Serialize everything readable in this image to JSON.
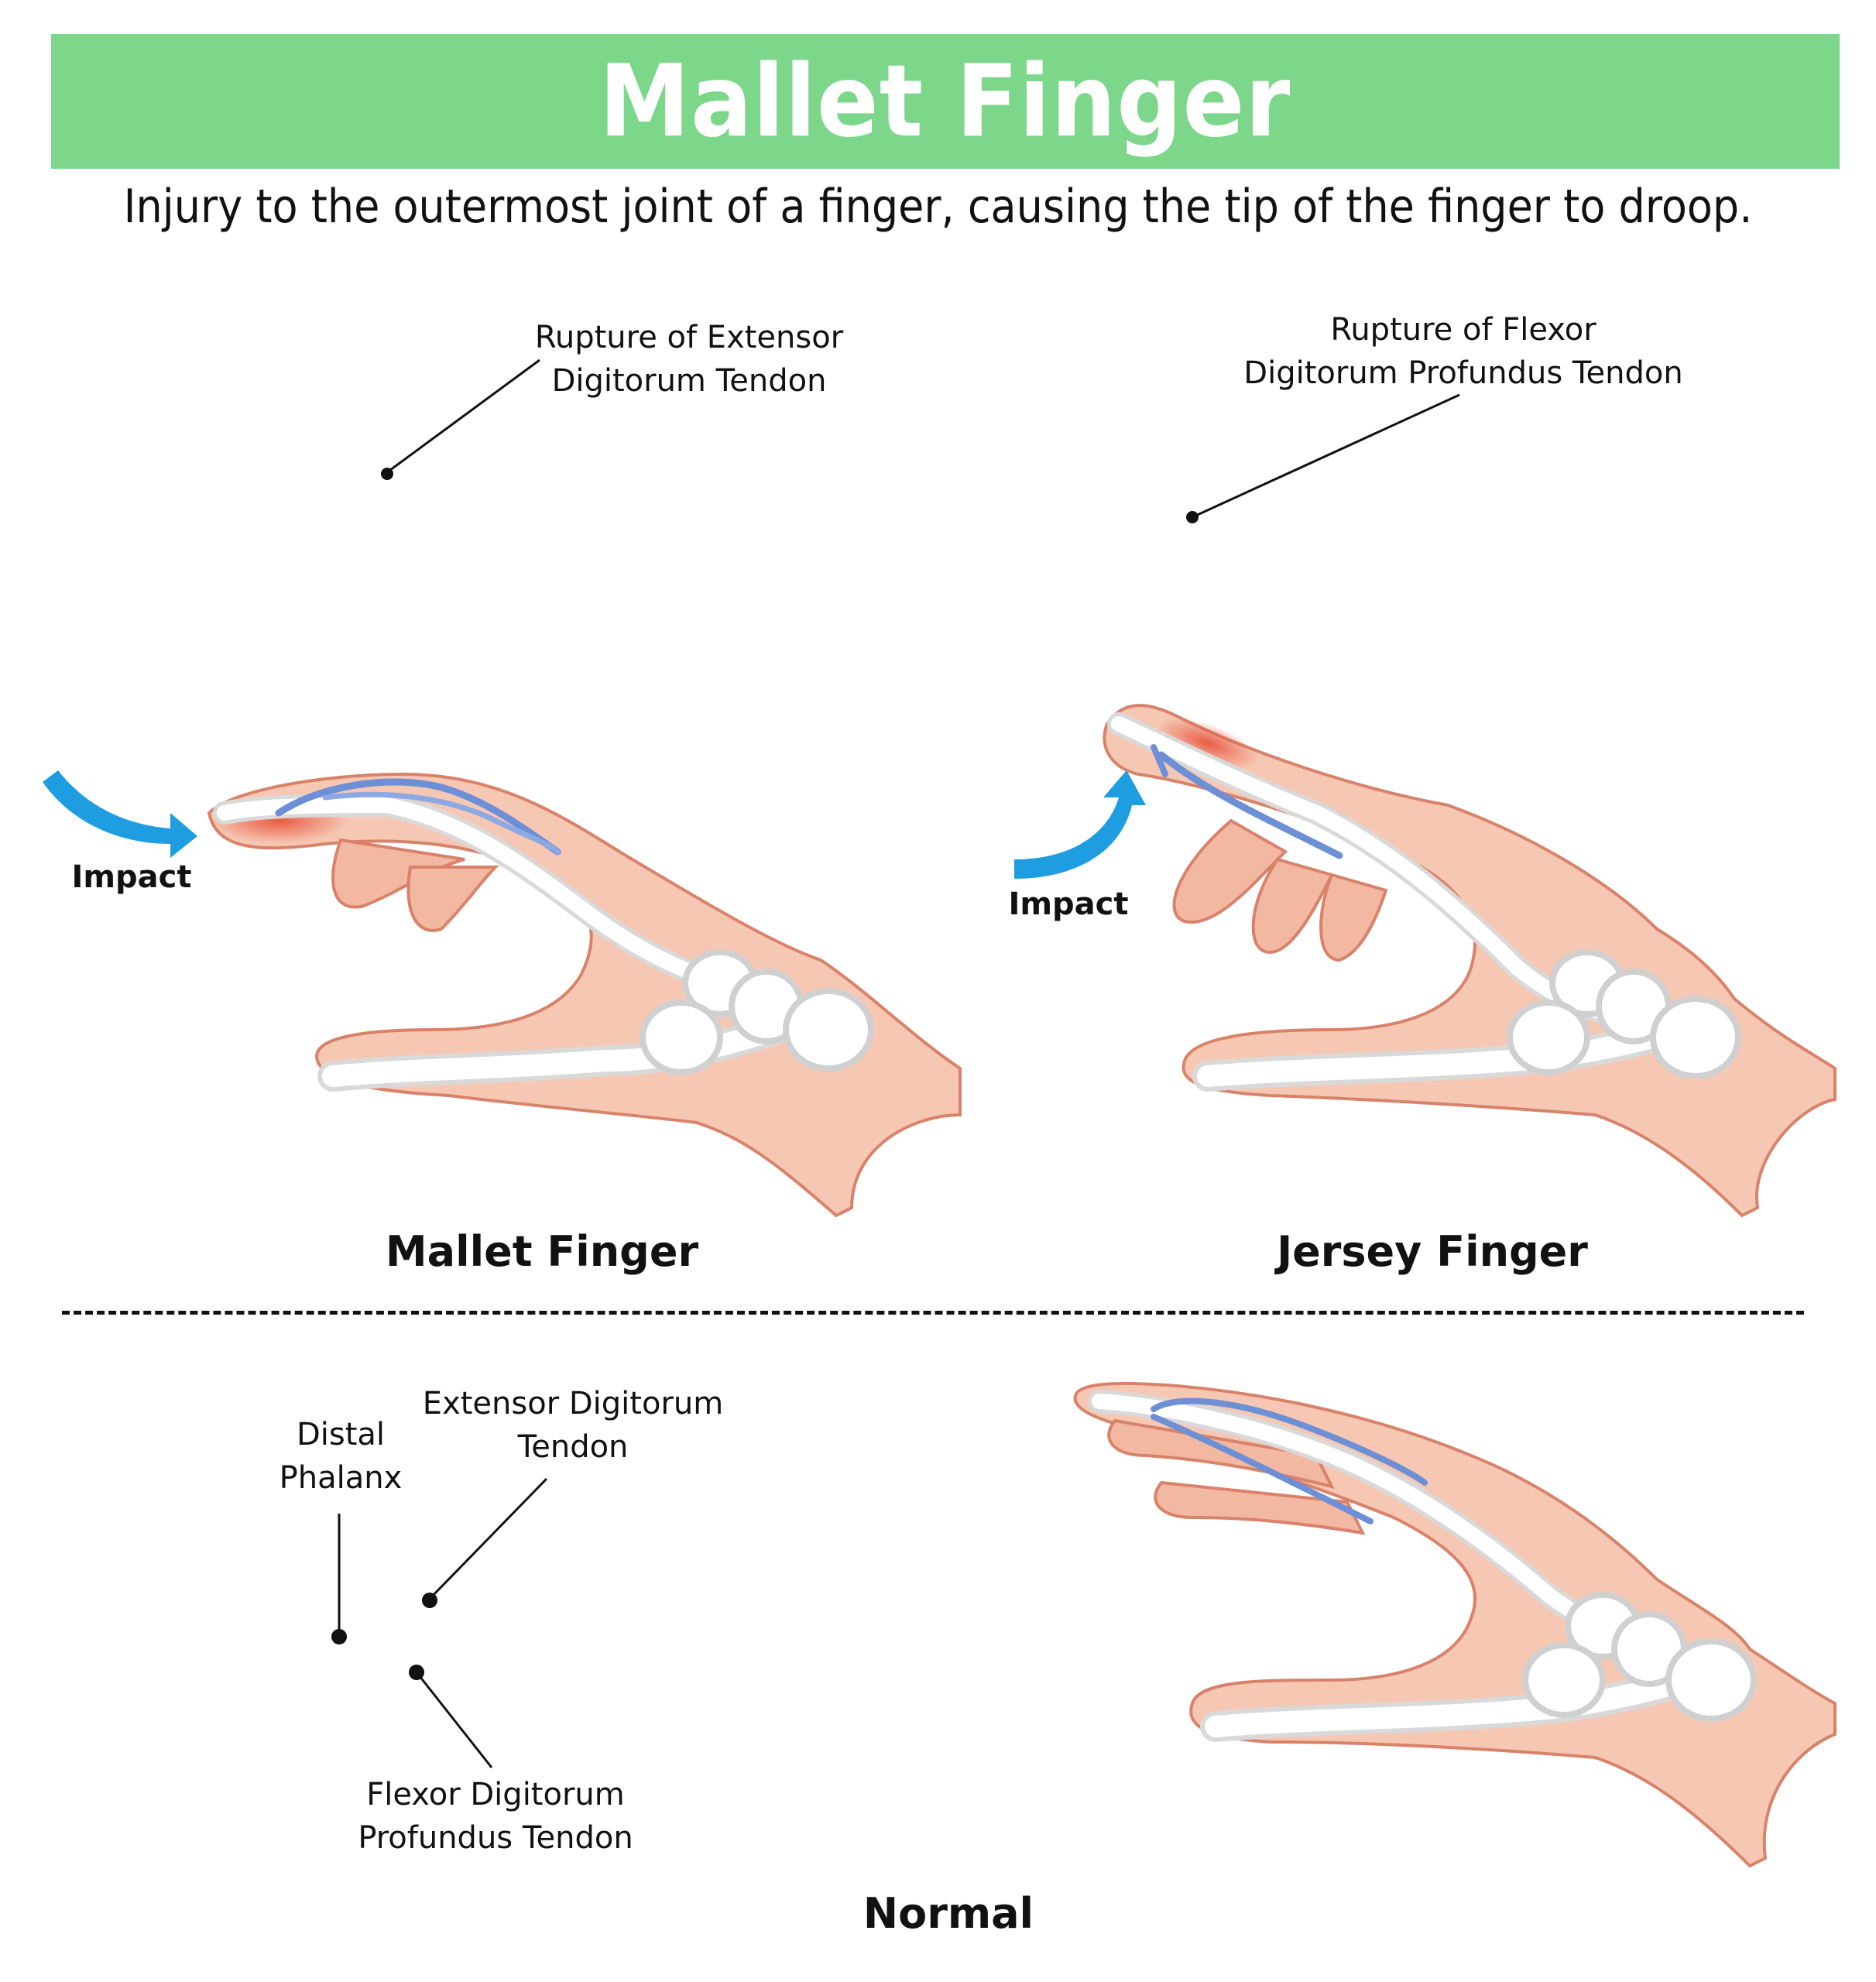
{
  "header": {
    "title": "Mallet Finger",
    "subtitle": "Injury to the outermost joint of a finger, causing the tip of the finger to droop.",
    "banner_color": "#7dd78a"
  },
  "panels": {
    "mallet": {
      "caption": "Mallet Finger",
      "impact_label": "Impact",
      "callout": [
        "Rupture of Extensor",
        "Digitorum Tendon"
      ]
    },
    "jersey": {
      "caption": "Jersey Finger",
      "impact_label": "Impact",
      "callout": [
        "Rupture of Flexor",
        "Digitorum Profundus Tendon"
      ]
    },
    "normal": {
      "caption": "Normal",
      "labels": {
        "distal_phalanx": [
          "Distal",
          "Phalanx"
        ],
        "extensor": [
          "Extensor Digitorum",
          "Tendon"
        ],
        "flexor": [
          "Flexor Digitorum",
          "Profundus Tendon"
        ]
      }
    }
  },
  "colors": {
    "skin": "#f6c8b4",
    "skin_dark": "#eea891",
    "skin_outline": "#d9826a",
    "bone": "#ffffff",
    "bone_shadow": "#d9d9d9",
    "tendon": "#6d8fd6",
    "injury": "#e8563e",
    "arrow": "#1e9ee0"
  }
}
